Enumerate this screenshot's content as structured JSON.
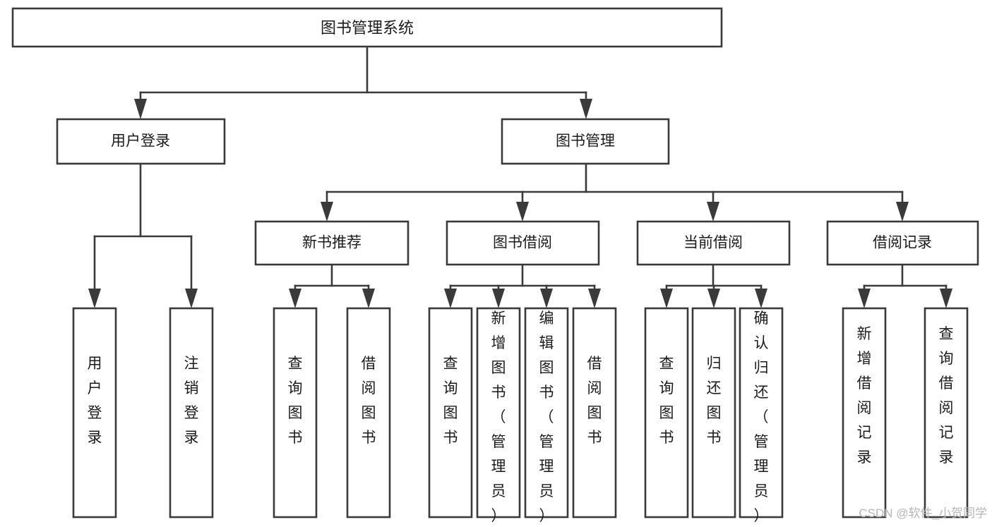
{
  "diagram": {
    "title": "图书管理系统",
    "type": "tree-hierarchy",
    "watermark": "CSDN @软件_小贺同学",
    "colors": {
      "stroke": "#3a3a3a",
      "fill": "#ffffff",
      "text": "#1b1b1b",
      "watermark": "#b6b6b6",
      "background": "#ffffff"
    },
    "nodes": {
      "root": {
        "label": "图书管理系统"
      },
      "level2": [
        {
          "id": "user-login",
          "label": "用户登录"
        },
        {
          "id": "book-management",
          "label": "图书管理"
        }
      ],
      "level3": [
        {
          "id": "new-book-recommend",
          "label": "新书推荐"
        },
        {
          "id": "book-borrow",
          "label": "图书借阅"
        },
        {
          "id": "current-borrow",
          "label": "当前借阅"
        },
        {
          "id": "borrow-record",
          "label": "借阅记录"
        }
      ],
      "leaves": {
        "user-login": [
          {
            "id": "leaf-user-login",
            "label": "用户登录"
          },
          {
            "id": "leaf-logout-login",
            "label": "注销登录"
          }
        ],
        "new-book-recommend": [
          {
            "id": "leaf-query-book-1",
            "label": "查询图书"
          },
          {
            "id": "leaf-borrow-book-1",
            "label": "借阅图书"
          }
        ],
        "book-borrow": [
          {
            "id": "leaf-query-book-2",
            "label": "查询图书"
          },
          {
            "id": "leaf-add-book",
            "label": "新增图书（管理员）"
          },
          {
            "id": "leaf-edit-book",
            "label": "编辑图书（管理员）"
          },
          {
            "id": "leaf-borrow-book-2",
            "label": "借阅图书"
          }
        ],
        "current-borrow": [
          {
            "id": "leaf-query-book-3",
            "label": "查询图书"
          },
          {
            "id": "leaf-return-book",
            "label": "归还图书"
          },
          {
            "id": "leaf-confirm-return",
            "label": "确认归还（管理员）"
          }
        ],
        "borrow-record": [
          {
            "id": "leaf-add-record",
            "label": "新增借阅记录"
          },
          {
            "id": "leaf-query-record",
            "label": "查询借阅记录"
          }
        ]
      }
    }
  }
}
